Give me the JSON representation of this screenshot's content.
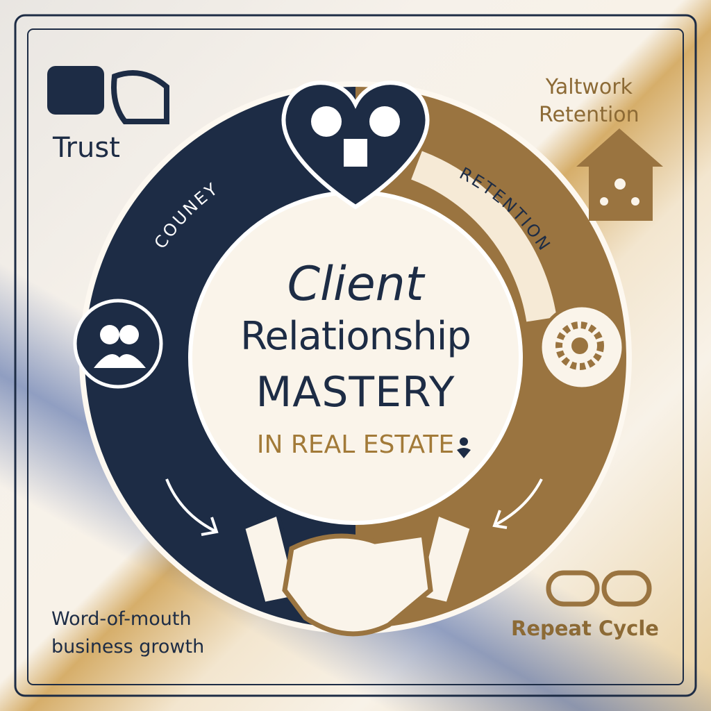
{
  "title": {
    "line1": "Client",
    "line2": "Relationship",
    "line3": "MASTERY",
    "line4": "IN REAL ESTATE"
  },
  "ring": {
    "left_label": "COUNEY",
    "right_label": "RETENTION"
  },
  "corners": {
    "top_left": "Trust",
    "top_right_line1": "Yaltwork",
    "top_right_line2": "Retention",
    "bottom_left_line1": "Word-of-mouth",
    "bottom_left_line2": "business growth",
    "bottom_right": "Repeat Cycle"
  },
  "colors": {
    "navy": "#1d2c45",
    "gold": "#9a7440",
    "cream": "#faf4ea"
  },
  "icons": [
    "handshake-icon",
    "heart-people-icon",
    "house-network-icon",
    "people-icon",
    "gear-icon",
    "chain-link-icon",
    "person-heart-icon"
  ]
}
